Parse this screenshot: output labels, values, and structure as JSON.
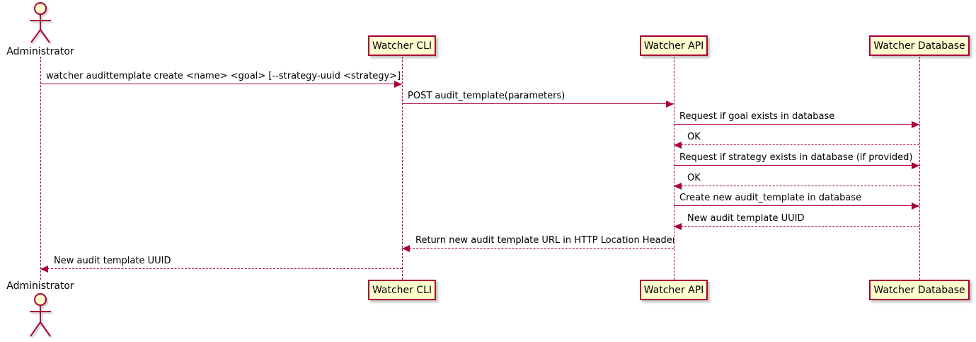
{
  "colors": {
    "stroke": "#A80036",
    "participant_fill": "#FEFECE",
    "text": "#000000",
    "background": "#FFFFFF"
  },
  "actor": {
    "label": "Administrator"
  },
  "participants": [
    {
      "label": "Watcher CLI"
    },
    {
      "label": "Watcher API"
    },
    {
      "label": "Watcher Database"
    }
  ],
  "messages": [
    {
      "from": "Administrator",
      "to": "Watcher CLI",
      "style": "solid",
      "label": "watcher audittemplate create <name> <goal> [--strategy-uuid <strategy>]"
    },
    {
      "from": "Watcher CLI",
      "to": "Watcher API",
      "style": "solid",
      "label": "POST audit_template(parameters)"
    },
    {
      "from": "Watcher API",
      "to": "Watcher Database",
      "style": "solid",
      "label": "Request if goal exists in database"
    },
    {
      "from": "Watcher Database",
      "to": "Watcher API",
      "style": "dashed",
      "label": "OK"
    },
    {
      "from": "Watcher API",
      "to": "Watcher Database",
      "style": "solid",
      "label": "Request if strategy exists in database (if provided)"
    },
    {
      "from": "Watcher Database",
      "to": "Watcher API",
      "style": "dashed",
      "label": "OK"
    },
    {
      "from": "Watcher API",
      "to": "Watcher Database",
      "style": "solid",
      "label": "Create new audit_template in database"
    },
    {
      "from": "Watcher Database",
      "to": "Watcher API",
      "style": "dashed",
      "label": "New audit template UUID"
    },
    {
      "from": "Watcher API",
      "to": "Watcher CLI",
      "style": "dashed",
      "label": "Return new audit template URL in HTTP Location Header"
    },
    {
      "from": "Watcher CLI",
      "to": "Administrator",
      "style": "dashed",
      "label": "New audit template UUID"
    }
  ]
}
